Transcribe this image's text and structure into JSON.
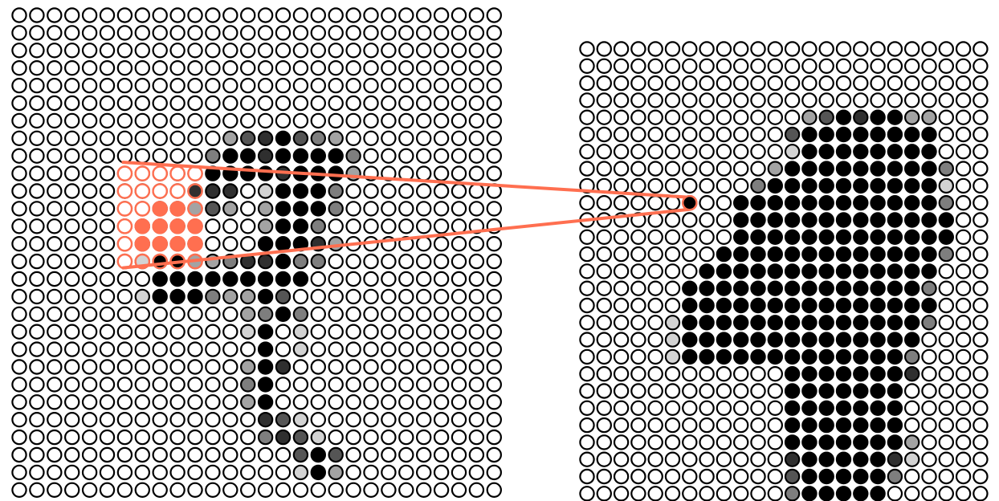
{
  "palette": {
    "0": "#ffffff",
    "1": "#d3d3d3",
    "2": "#a3a3a3",
    "3": "#7e7e7e",
    "4": "#555555",
    "5": "#2f2f2f",
    "6": "#000000"
  },
  "highlight_color": "#ff6f50",
  "left_grid": [
    "0000000000000000000000000000",
    "0000000000000000000000000000",
    "0000000000000000000000000000",
    "0000000000000000000000000000",
    "0000000000000000000000000000",
    "0000000000000000000000000000",
    "0000000000000000000000000000",
    "0000000000002456432000000000",
    "0000000000036656666300000000",
    "0000000000066665666200000000",
    "0000000000555016663000000000",
    "0000000000242026663000000000",
    "0000000000000026630000000000",
    "0000000000000066652000000000",
    "0000000166223556330000000000",
    "0000000066666666600000000000",
    "0000000166632264000000000000",
    "0000000000000236300000000000",
    "0000000000000160100000000000",
    "0000000000000060100000000000",
    "0000000000000265000000000000",
    "0000000000000360000000000000",
    "0000000000000260000000000000",
    "0000000000000054100000000000",
    "0000000000000035410000000000",
    "0000000000000000464000000000",
    "0000000000000000162000000000",
    "0000000000000000000000000000"
  ],
  "highlight_window": [
    "00000",
    "00000",
    "00111",
    "01111",
    "01111",
    "01110"
  ],
  "right_grid": [
    "000000000000000000000000",
    "000000000000000000000000",
    "000000000000000000000000",
    "000000000000000000000000",
    "000000000000024656622000",
    "000000000000466666666000",
    "000000000000166666666000",
    "000000000002666666666300",
    "000000000036666666666100",
    "000000000666666666666300",
    "000000000666666666666600",
    "000000000666666666666600",
    "000000006666666666666300",
    "000000066666666666666000",
    "000000666666666666663000",
    "000000666666666666666000",
    "000001666666666666663000",
    "000001666666666666660000",
    "000001666666666666630000",
    "000000000000666666650000",
    "000000000000666666600000",
    "000000000000666666600000",
    "000000000000666666600000",
    "000000000000666666620000",
    "000000000000566666510000",
    "000000000000466666300000",
    "000000000000366666000000"
  ]
}
